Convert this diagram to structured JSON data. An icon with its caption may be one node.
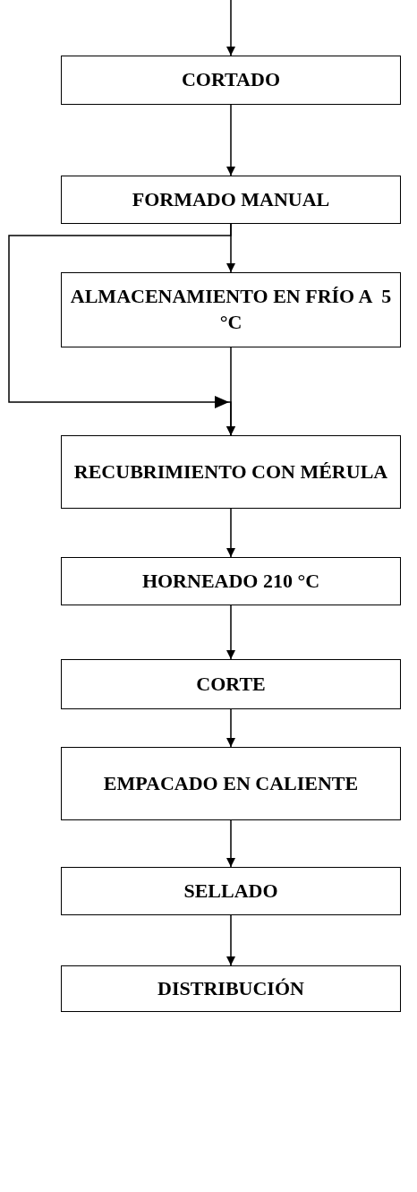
{
  "diagram": {
    "nodes": [
      {
        "text": [
          "CORTADO"
        ]
      },
      {
        "text": [
          "FORMADO MANUAL"
        ]
      },
      {
        "text": [
          "ALMACENAMIENTO EN FRÍO A  5 °C"
        ]
      },
      {
        "text": [
          "RECUBRIMIENTO CON MÉRULA"
        ]
      },
      {
        "text": [
          "HORNEADO 210 °C"
        ]
      },
      {
        "text": [
          "CORTE"
        ]
      },
      {
        "text": [
          "EMPACADO EN CALIENTE"
        ]
      },
      {
        "text": [
          "SELLADO"
        ]
      },
      {
        "text": [
          "DISTRIBUCIÓN"
        ]
      }
    ],
    "edges": [
      {
        "from": null,
        "to": 0,
        "arrow": "to"
      },
      {
        "from": 0,
        "to": 1,
        "arrow": "to"
      },
      {
        "from": 1,
        "to": 2,
        "arrow": "to"
      },
      {
        "from": 1,
        "to": 3,
        "arrow": "to"
      },
      {
        "from": 2,
        "to": 3,
        "arrow": "to"
      },
      {
        "from": 3,
        "to": 4,
        "arrow": "to"
      },
      {
        "from": 4,
        "to": 5,
        "arrow": "to"
      },
      {
        "from": 5,
        "to": 6,
        "arrow": "to"
      },
      {
        "from": 6,
        "to": 7,
        "arrow": "to"
      },
      {
        "from": 7,
        "to": 8,
        "arrow": "to"
      }
    ]
  }
}
